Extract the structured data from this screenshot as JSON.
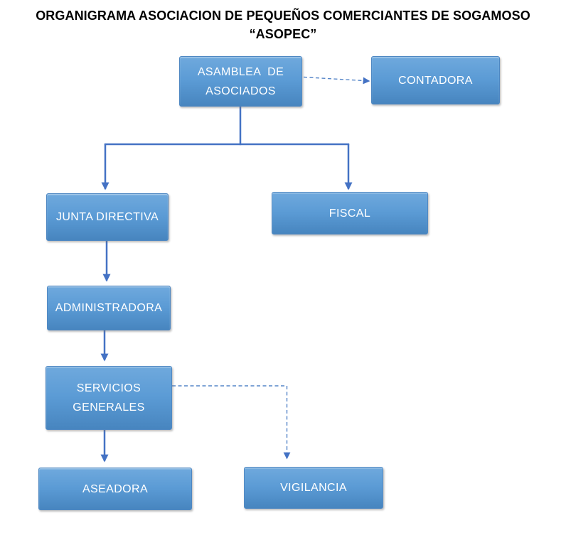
{
  "title": {
    "line1": "ORGANIGRAMA ASOCIACION DE PEQUEÑOS COMERCIANTES DE SOGAMOSO",
    "line2": "“ASOPEC”"
  },
  "nodes": {
    "asamblea": {
      "label": "ASAMBLEA  DE\nASOCIADOS"
    },
    "contadora": {
      "label": "CONTADORA"
    },
    "junta": {
      "label": "JUNTA DIRECTIVA"
    },
    "fiscal": {
      "label": "FISCAL"
    },
    "administradora": {
      "label": "ADMINISTRADORA"
    },
    "servicios": {
      "label": "SERVICIOS\nGENERALES"
    },
    "aseadora": {
      "label": "ASEADORA"
    },
    "vigilancia": {
      "label": "VIGILANCIA"
    }
  },
  "edges": [
    {
      "from": "asamblea",
      "to": "contadora",
      "style": "dashed"
    },
    {
      "from": "asamblea",
      "to": "junta",
      "style": "solid"
    },
    {
      "from": "asamblea",
      "to": "fiscal",
      "style": "solid"
    },
    {
      "from": "junta",
      "to": "administradora",
      "style": "solid"
    },
    {
      "from": "administradora",
      "to": "servicios",
      "style": "solid"
    },
    {
      "from": "servicios",
      "to": "aseadora",
      "style": "solid"
    },
    {
      "from": "servicios",
      "to": "vigilancia",
      "style": "dashed"
    }
  ],
  "theme": {
    "background": "#ffffff",
    "title_color": "#000000",
    "box_fill_top": "#6fa9dd",
    "box_fill_mid": "#5b9bd5",
    "box_fill_bottom": "#4785bf",
    "box_border": "#4e87c2",
    "box_text": "#ffffff",
    "connector": "#4472c4",
    "connector_dashed": "#5585c8"
  }
}
